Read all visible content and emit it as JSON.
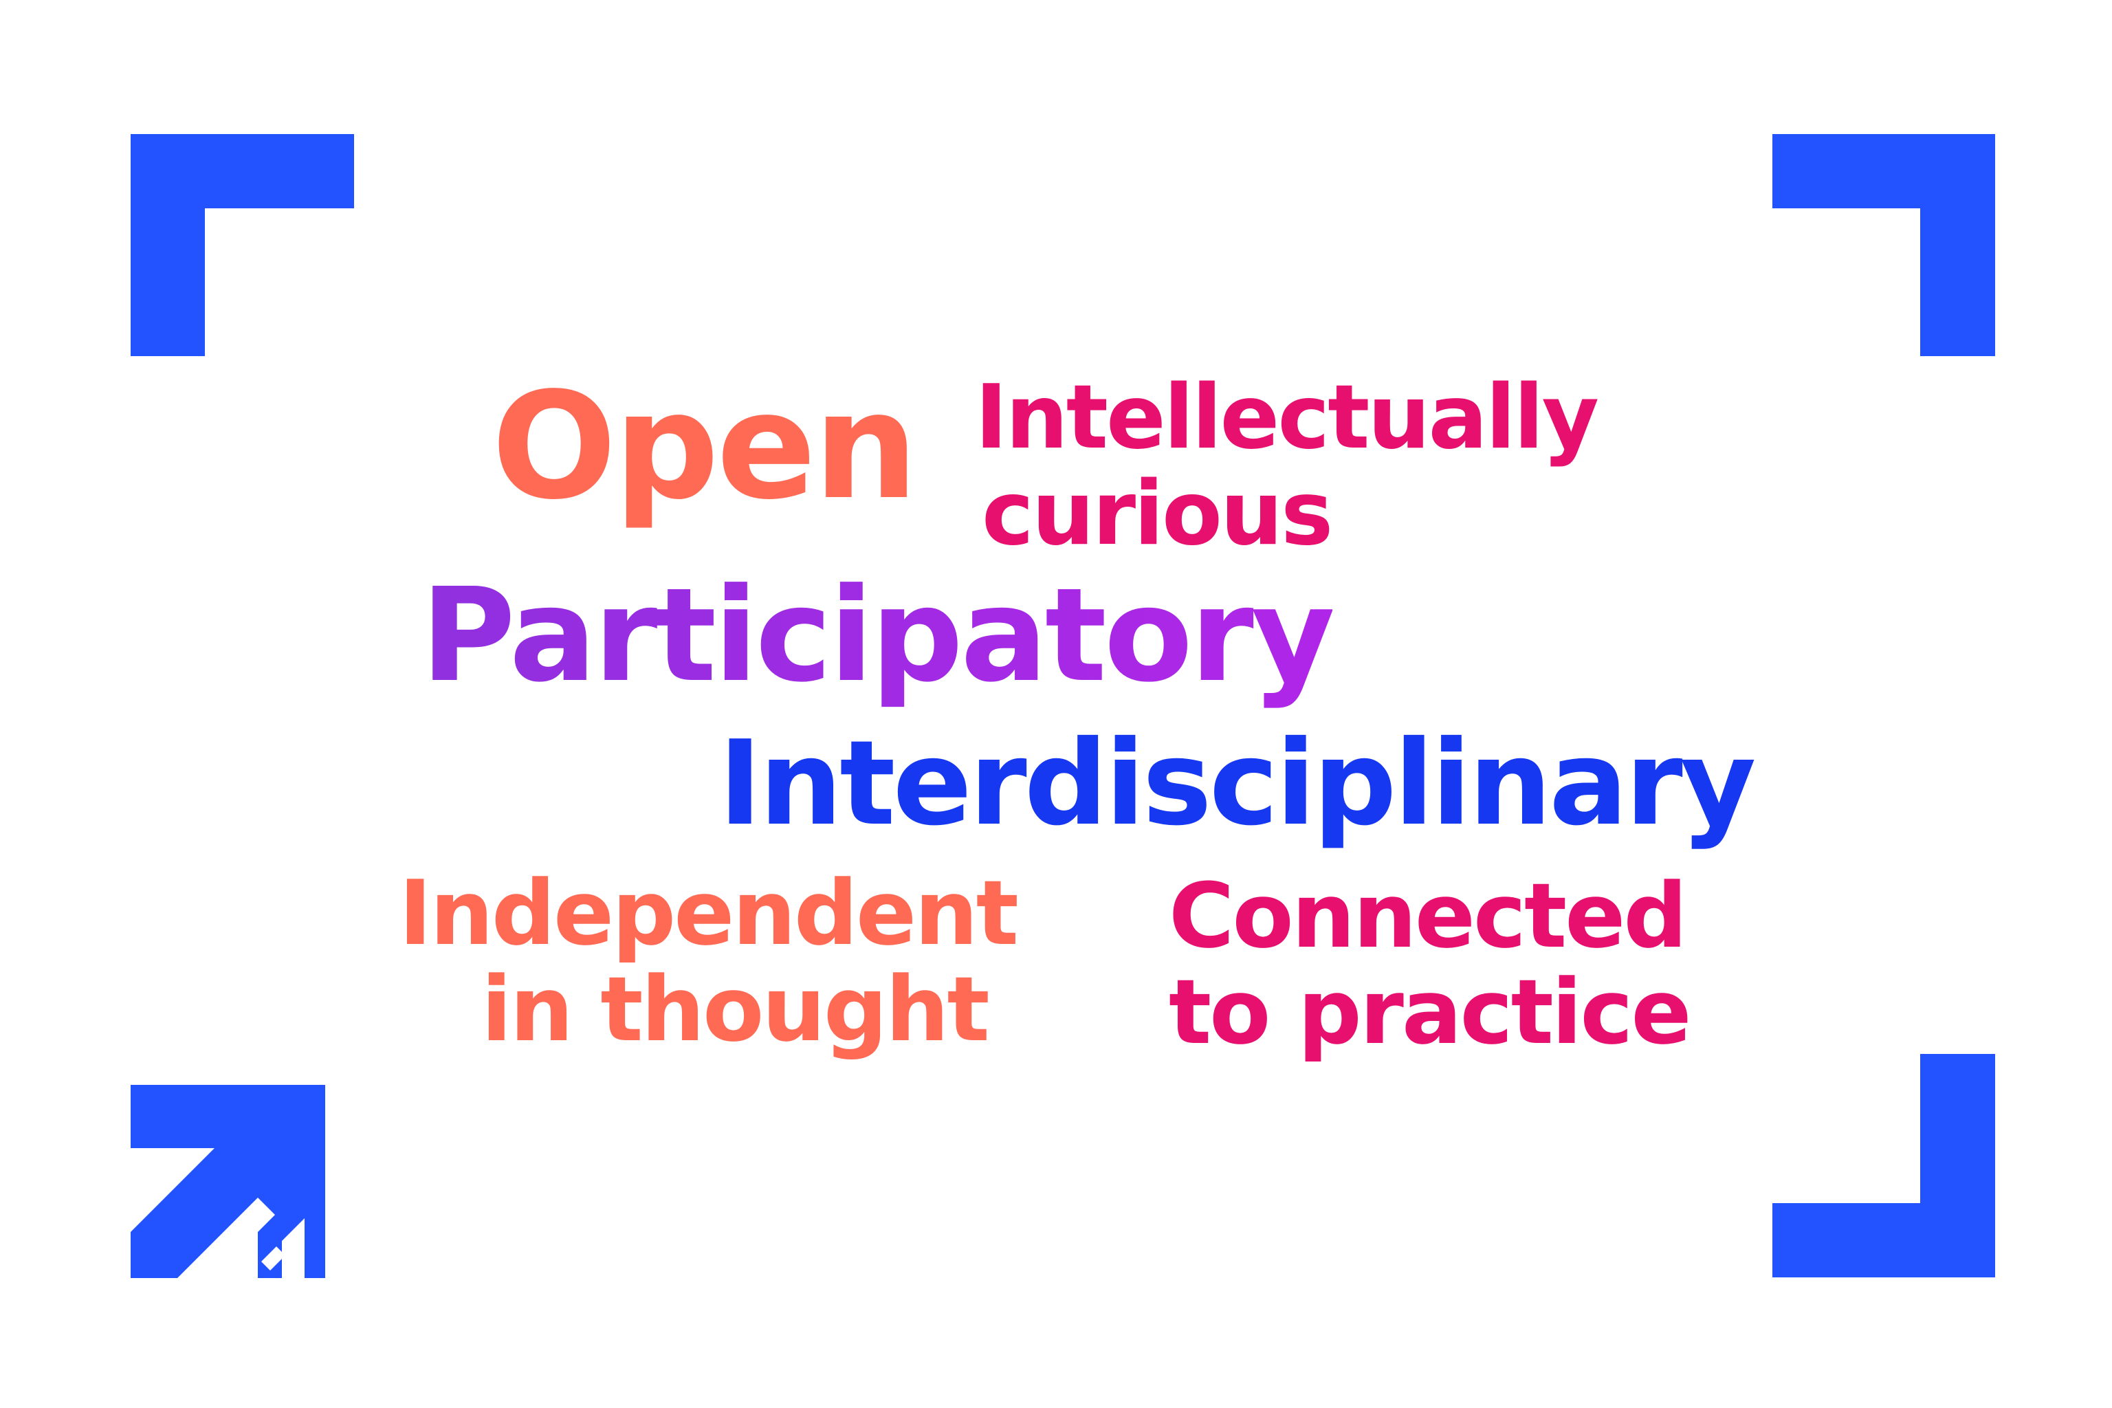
{
  "colors": {
    "frame_blue": "#2253FF",
    "coral": "#FF6A55",
    "pink": "#E8106E",
    "purple_start": "#9030DF",
    "purple_end": "#B026E8",
    "blue": "#1638F0"
  },
  "icons": {
    "arrow": "arrow-up-right-icon"
  },
  "words": {
    "open": "Open",
    "intellectually_curious": [
      "Intellectually",
      "curious"
    ],
    "participatory": "Participatory",
    "interdisciplinary": "Interdisciplinary",
    "independent_in_thought": [
      "Independent",
      "in thought"
    ],
    "connected_to_practice": [
      "Connected",
      "to practice"
    ]
  }
}
